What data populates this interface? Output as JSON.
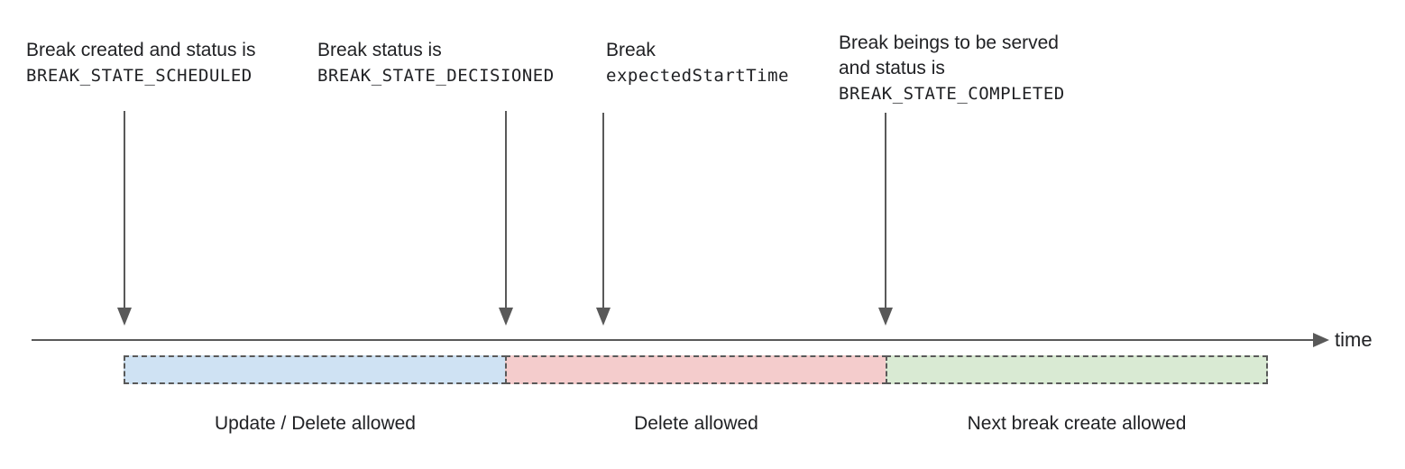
{
  "diagram": {
    "title": "break-lifecycle-timeline",
    "annotations": [
      {
        "line1": "Break created and status is",
        "code": "BREAK_STATE_SCHEDULED"
      },
      {
        "line1": "Break status is",
        "code": "BREAK_STATE_DECISIONED"
      },
      {
        "line1": "Break",
        "code": "expectedStartTime"
      },
      {
        "line1": "Break beings to be served",
        "line2": "and status is",
        "code": "BREAK_STATE_COMPLETED"
      }
    ],
    "timeline": {
      "axis_label": "time"
    },
    "segments": [
      {
        "label": "Update / Delete allowed",
        "fill": "#cfe2f3"
      },
      {
        "label": "Delete allowed",
        "fill": "#f4cccc"
      },
      {
        "label": "Next break create allowed",
        "fill": "#d9ead3"
      }
    ],
    "colors": {
      "line": "#595959",
      "dash_border": "#595959",
      "text": "#202124"
    }
  }
}
